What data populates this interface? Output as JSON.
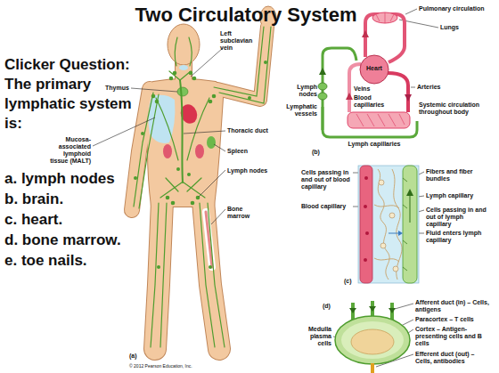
{
  "diagram": {
    "title": "Two Circulatory System",
    "labels": [
      "Clicker Question: The primary lymphatic system is:",
      "a. lymph nodes",
      "b. brain.",
      "c. heart.",
      "d. bone marrow.",
      "e. toe nails.",
      "Left subclavian vein",
      "Thymus",
      "Mucosa-associated lymphoid tissue (MALT)",
      "Thoracic duct",
      "Spleen",
      "Lymph nodes",
      "Bone marrow",
      "(a)",
      "© 2012 Pearson Education, Inc.",
      "Pulmonary circulation",
      "Lungs",
      "Lymph nodes",
      "Heart",
      "Veins",
      "Blood capillaries",
      "Lymphatic vessels",
      "Arteries",
      "Systemic circulation throughout body",
      "Lymph capillaries",
      "(b)",
      "Cells passing in and out of blood capillary",
      "Blood capillary",
      "Fibers and fiber bundles",
      "Lymph capillary",
      "Cells passing in and out of lymph capillary",
      "Fluid enters lymph capillary",
      "(c)",
      "Afferent duct (in) – Cells, antigens",
      "Paracortex – T cells",
      "Cortex – Antigen-presenting cells and B cells",
      "Efferent duct (out) – Cells, antibodies",
      "Medulla plasma cells",
      "(d)"
    ]
  }
}
